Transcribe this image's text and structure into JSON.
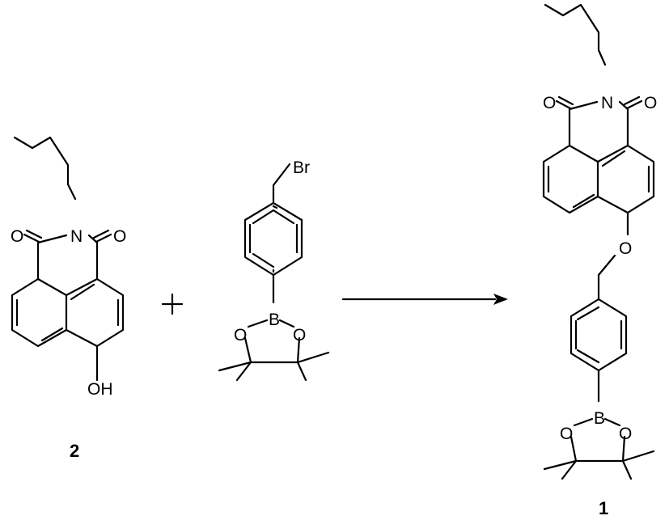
{
  "scheme": {
    "reactant_1": {
      "compound_number": "2",
      "atoms": {
        "n": "N",
        "o_left": "O",
        "o_right": "O",
        "oh": "OH"
      }
    },
    "plus_sign": "+",
    "reactant_2": {
      "atoms": {
        "br": "Br",
        "b": "B",
        "o_left": "O",
        "o_right": "O"
      }
    },
    "product": {
      "compound_number": "1",
      "atoms": {
        "n": "N",
        "o_left": "O",
        "o_right": "O",
        "ether_o": "O",
        "b": "B",
        "o_left_ring": "O",
        "o_right_ring": "O"
      }
    }
  }
}
